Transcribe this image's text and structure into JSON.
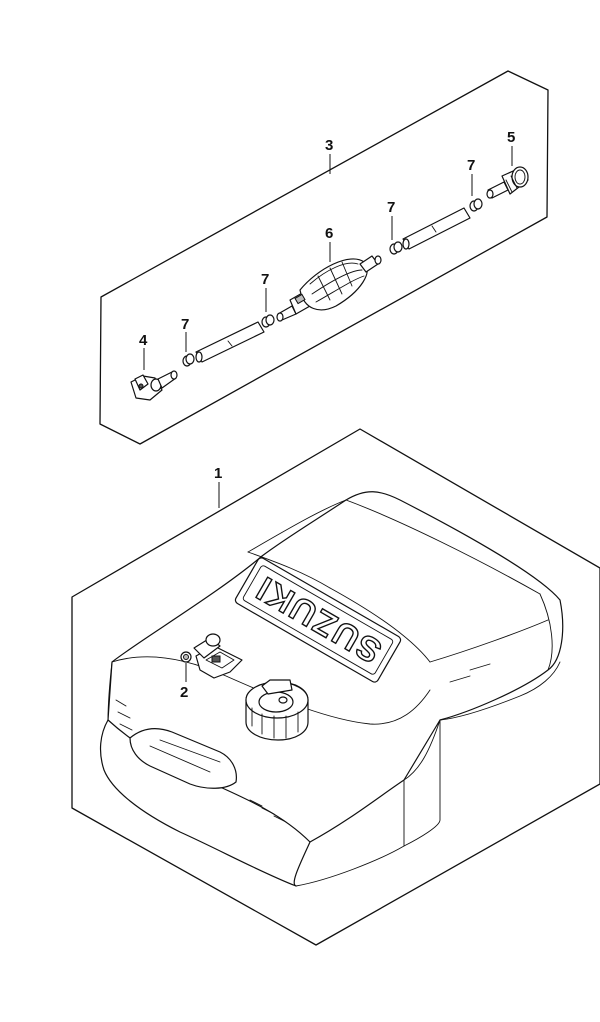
{
  "diagram": {
    "callouts": [
      {
        "id": "p1",
        "label": "1"
      },
      {
        "id": "p2",
        "label": "2"
      },
      {
        "id": "p3",
        "label": "3"
      },
      {
        "id": "p4",
        "label": "4"
      },
      {
        "id": "p5",
        "label": "5"
      },
      {
        "id": "p6",
        "label": "6"
      },
      {
        "id": "p7a",
        "label": "7"
      },
      {
        "id": "p7b",
        "label": "7"
      },
      {
        "id": "p7c",
        "label": "7"
      },
      {
        "id": "p7d",
        "label": "7"
      }
    ],
    "tank_logo": "SUZUKI",
    "colors": {
      "line": "#111111",
      "background": "#ffffff"
    }
  }
}
